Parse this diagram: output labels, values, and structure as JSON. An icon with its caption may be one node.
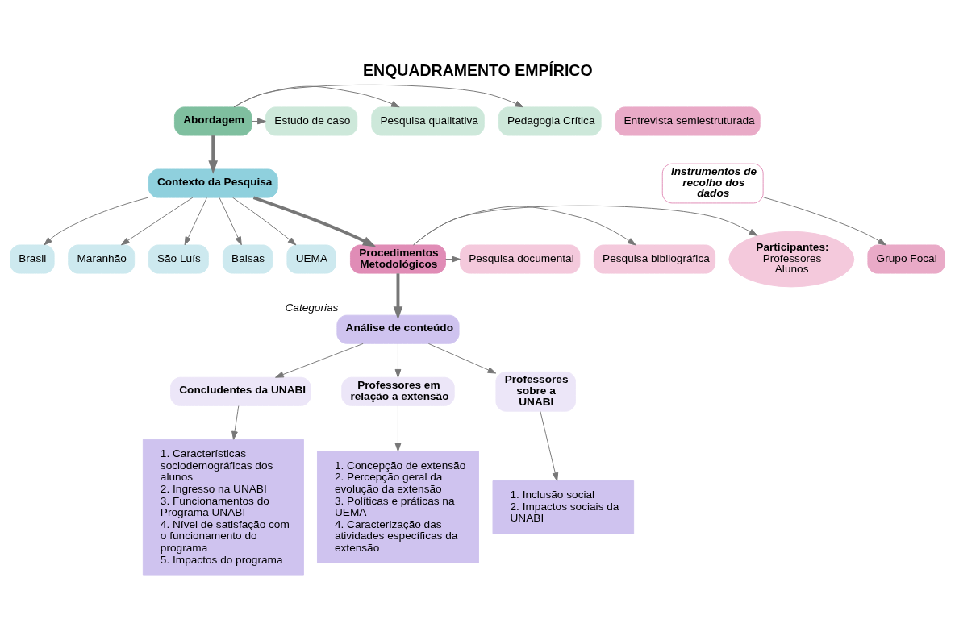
{
  "diagram": {
    "title": "ENQUADRAMENTO EMPÍRICO",
    "nodes": [
      {
        "text": [
          "Abordagem"
        ]
      },
      {
        "text": [
          "Pedagogia Crítica"
        ]
      },
      {
        "text": [
          "Pesquisa qualitativa"
        ]
      },
      {
        "text": [
          "Estudo de caso"
        ]
      },
      {
        "text": [
          "Contexto da Pesquisa"
        ]
      },
      {
        "text": [
          "Brasil"
        ]
      },
      {
        "text": [
          "Maranhão"
        ]
      },
      {
        "text": [
          "São Luís"
        ]
      },
      {
        "text": [
          "Balsas"
        ]
      },
      {
        "text": [
          "UEMA"
        ]
      },
      {
        "text": [
          "Procedimentos Metodológicos"
        ]
      },
      {
        "text": [
          "Participantes:",
          "Professores Alunos"
        ]
      },
      {
        "text": [
          "Pesquisa bibliográfica"
        ]
      },
      {
        "text": [
          "Pesquisa documental"
        ]
      },
      {
        "text": [
          "Instrumentos de recolho dos dados"
        ]
      },
      {
        "text": [
          "Grupo Focal"
        ]
      },
      {
        "text": [
          "Entrevista semiestruturada"
        ]
      },
      {
        "text": [
          "Análise de conteúdo"
        ],
        "beside": [
          "Categorias"
        ]
      },
      {
        "text": [
          "Concludentes da UNABI"
        ]
      },
      {
        "text": [
          "Professores em relação a extensão"
        ]
      },
      {
        "text": [
          "Professores sobre a UNABI"
        ]
      },
      {
        "text": [
          "1. Características sociodemográficas dos alunos",
          "2. Ingresso na UNABI",
          "3. Funcionamentos do Programa UNABI",
          "4. Nível de satisfação com o funcionamento do programa",
          "5. Impactos do programa"
        ]
      },
      {
        "text": [
          "1. Concepção de extensão",
          "2. Percepção geral da evolução da extensão",
          "3. Políticas e práticas na UEMA",
          "4. Caracterização das atividades específicas da extensão"
        ]
      },
      {
        "text": [
          "1. Inclusão social",
          "2. Impactos sociais da UNABI"
        ]
      }
    ],
    "edges": [
      {
        "from": 0,
        "to": 1,
        "arrow": "to"
      },
      {
        "from": 0,
        "to": 2,
        "arrow": "to"
      },
      {
        "from": 0,
        "to": 3,
        "arrow": "to"
      },
      {
        "from": 0,
        "to": 4,
        "arrow": "to",
        "style": "thick"
      },
      {
        "from": 4,
        "to": 5,
        "arrow": "to"
      },
      {
        "from": 4,
        "to": 6,
        "arrow": "to"
      },
      {
        "from": 4,
        "to": 7,
        "arrow": "to"
      },
      {
        "from": 4,
        "to": 8,
        "arrow": "to"
      },
      {
        "from": 4,
        "to": 9,
        "arrow": "to"
      },
      {
        "from": 4,
        "to": 10,
        "arrow": "to",
        "style": "thick"
      },
      {
        "from": 10,
        "to": 11,
        "arrow": "to"
      },
      {
        "from": 10,
        "to": 12,
        "arrow": "to"
      },
      {
        "from": 10,
        "to": 13,
        "arrow": "to"
      },
      {
        "from": 10,
        "to": 17,
        "arrow": "to",
        "style": "thick"
      },
      {
        "from": 14,
        "to": 15,
        "arrow": "to"
      },
      {
        "from": 17,
        "to": 18,
        "arrow": "to"
      },
      {
        "from": 17,
        "to": 19,
        "arrow": "to"
      },
      {
        "from": 17,
        "to": 20,
        "arrow": "to"
      },
      {
        "from": 18,
        "to": 21,
        "arrow": "to"
      },
      {
        "from": 19,
        "to": 22,
        "arrow": "to"
      },
      {
        "from": 20,
        "to": 23,
        "arrow": "to"
      }
    ]
  }
}
